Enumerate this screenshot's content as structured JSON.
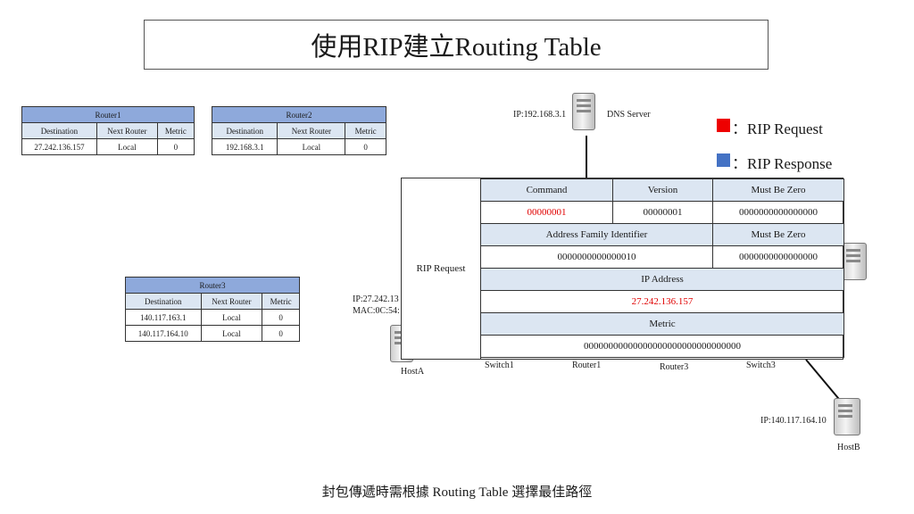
{
  "title": "使用RIP建立Routing Table",
  "footer": "封包傳遞時需根據 Routing Table 選擇最佳路徑",
  "columns": {
    "destination": "Destination",
    "next_router": "Next Router",
    "metric": "Metric"
  },
  "router1": {
    "name": "Router1",
    "rows": [
      {
        "dest": "27.242.136.157",
        "next": "Local",
        "metric": "0"
      }
    ]
  },
  "router2": {
    "name": "Router2",
    "rows": [
      {
        "dest": "192.168.3.1",
        "next": "Local",
        "metric": "0"
      }
    ]
  },
  "router3": {
    "name": "Router3",
    "rows": [
      {
        "dest": "140.117.163.1",
        "next": "Local",
        "metric": "0"
      },
      {
        "dest": "140.117.164.10",
        "next": "Local",
        "metric": "0"
      }
    ]
  },
  "legend": {
    "request": "：RIP Request",
    "response": "：RIP Response",
    "request_color": "#ee0000",
    "response_color": "#4472c4"
  },
  "nodes": {
    "dns_ip": "IP:192.168.3.1",
    "dns_name": "DNS Server",
    "hosta_ip": "IP:27.242.13",
    "hosta_mac": "MAC:0C:54:",
    "hosta_name": "HostA",
    "hostb_ip": "IP:140.117.164.10",
    "hostb_name": "HostB",
    "switch1": "Switch1",
    "router1": "Router1",
    "router3": "Router3",
    "switch3": "Switch3"
  },
  "packet": {
    "label": "RIP Request",
    "command_h": "Command",
    "version_h": "Version",
    "mbz_h": "Must Be Zero",
    "command": "00000001",
    "version": "00000001",
    "mbz": "0000000000000000",
    "afi_h": "Address Family Identifier",
    "mbz2_h": "Must Be Zero",
    "afi": "0000000000000010",
    "mbz2": "0000000000000000",
    "ip_h": "IP Address",
    "ip": "27.242.136.157",
    "metric_h": "Metric",
    "metric": "00000000000000000000000000000000"
  }
}
